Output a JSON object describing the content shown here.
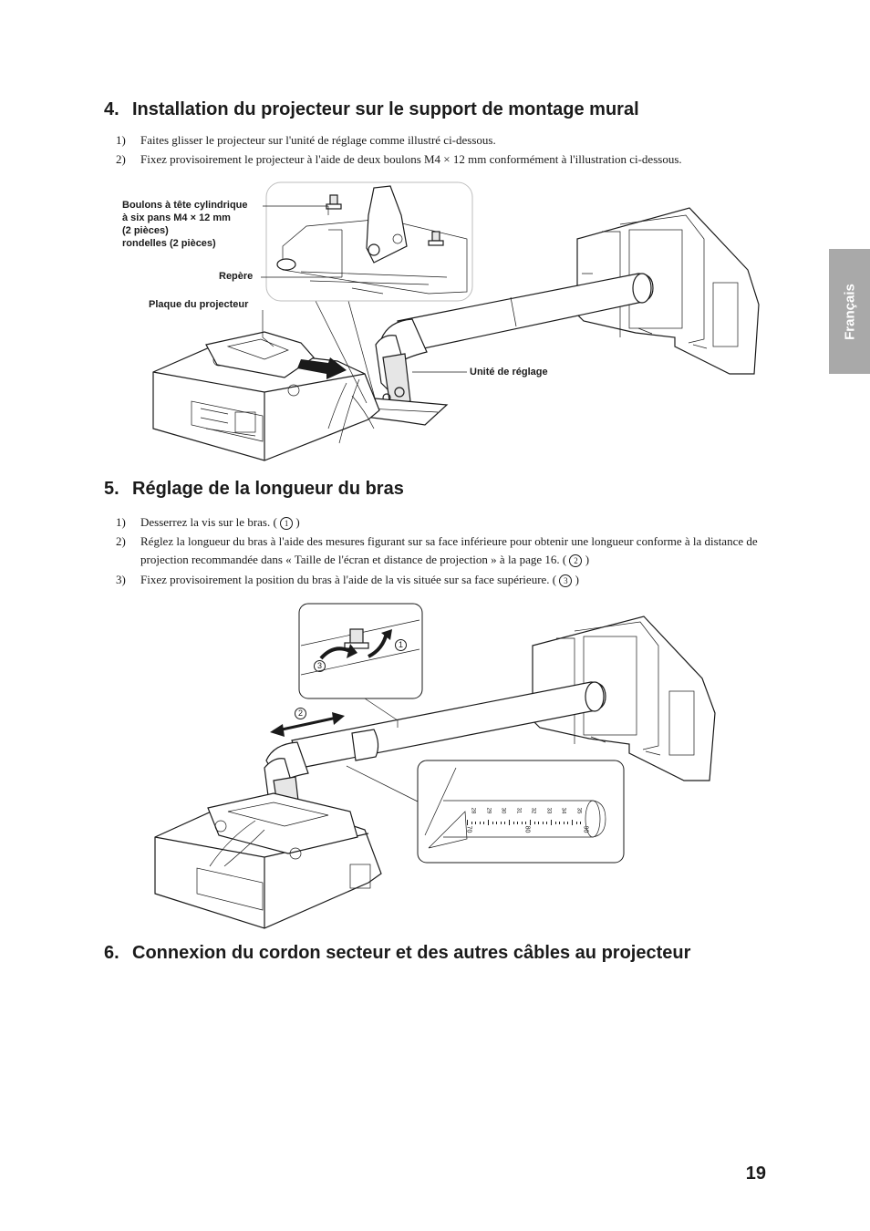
{
  "sections": [
    {
      "number": "4.",
      "title": "Installation du projecteur sur le support de montage mural",
      "steps": [
        {
          "n": "1)",
          "text": "Faites glisser le projecteur sur l'unité de réglage comme illustré ci-dessous."
        },
        {
          "n": "2)",
          "text": "Fixez provisoirement le projecteur à l'aide de deux boulons M4 × 12 mm conformément à l'illustration ci-dessous."
        }
      ]
    },
    {
      "number": "5.",
      "title": "Réglage de la longueur du bras",
      "steps": [
        {
          "n": "1)",
          "text": "Desserrez la vis sur le bras. (",
          "ref": "1",
          "after": ")"
        },
        {
          "n": "2)",
          "text": "Réglez la longueur du bras à l'aide des mesures figurant sur sa face inférieure pour obtenir une longueur conforme à la distance de projection recommandée dans « Taille de l'écran et distance de projection » à la page 16. (",
          "ref": "2",
          "after": ")"
        },
        {
          "n": "3)",
          "text": "Fixez provisoirement la position du bras à l'aide de la vis située sur sa face supérieure. (",
          "ref": "3",
          "after": ")"
        }
      ]
    },
    {
      "number": "6.",
      "title": "Connexion du cordon secteur et des autres câbles au projecteur"
    }
  ],
  "figure1": {
    "labels": {
      "bolts": "Boulons à tête cylindrique\nà six pans M4 × 12 mm\n(2 pièces)\nrondelles (2 pièces)",
      "mark": "Repère",
      "plate": "Plaque du projecteur",
      "unit": "Unité de réglage"
    }
  },
  "figure2": {
    "callouts": [
      "1",
      "2",
      "3"
    ],
    "scale_top": [
      "28",
      "29",
      "30",
      "31",
      "32",
      "33",
      "34",
      "35"
    ],
    "scale_bottom": [
      "70",
      "80",
      "90"
    ]
  },
  "sidebar_tab": "Français",
  "page_number": "19"
}
